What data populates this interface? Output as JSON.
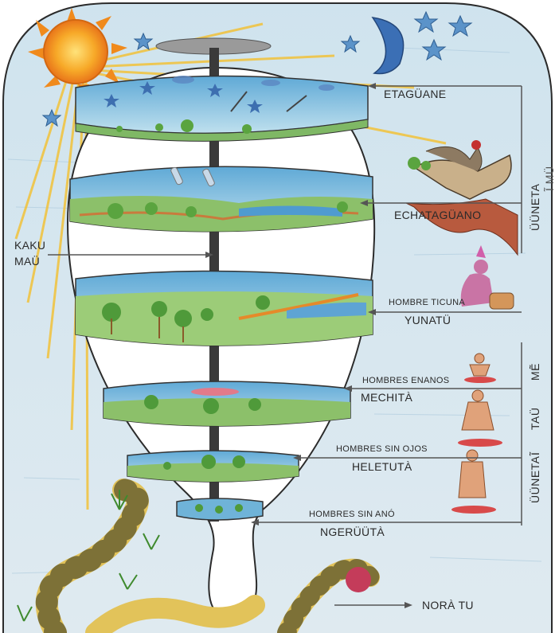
{
  "colors": {
    "sky": "#cfe4ef",
    "water": "#6fb3d8",
    "grass": "#8cc06a",
    "earth": "#c97a3d",
    "sun": "#f39a1f",
    "moon": "#3b6fb5",
    "pole": "#3a3a3a",
    "snake": "#e2c35a"
  },
  "labels": {
    "etaguane": "ETAGÜANE",
    "echataguano": "ECHATAGÜANO",
    "kaku": "KAKU",
    "mau": "MAÜ",
    "hombre_ticuna": "HOMBRE TICUNA",
    "yunatu": "YUNATÜ",
    "hombres_enanos": "HOMBRES ENANOS",
    "mechita": "MECHITÀ",
    "hombres_sin_ojos": "HOMBRES SIN OJOS",
    "heletuta": "HELETUTÀ",
    "hombres_sin_ano": "HOMBRES SIN ANÓ",
    "ngeruuta": "NGERÜÜTÀ",
    "nora_tu": "NORÀ TU"
  },
  "side_labels": {
    "upper": "ÜÜNETA",
    "upper_cut": "Ĩ MÜ",
    "lower_uuneta": "ÜÜNETA",
    "lower_i": "Ĩ",
    "lower_tau": "TAÜ",
    "lower_me": "MẼ"
  },
  "icons": [
    "sun-icon",
    "moon-icon",
    "star-icon",
    "bird-icon",
    "snake-icon",
    "tree-icon",
    "person-icon"
  ]
}
